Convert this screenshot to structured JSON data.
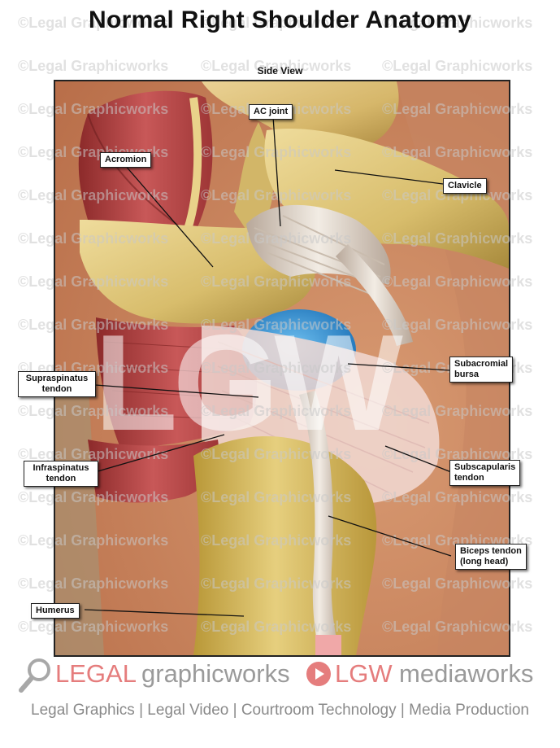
{
  "title": "Normal Right Shoulder Anatomy",
  "subtitle": "Side View",
  "watermark_text": "©Legal Graphicworks",
  "big_watermark": "LGW",
  "labels": {
    "acromion": "Acromion",
    "ac_joint": "AC joint",
    "clavicle": "Clavicle",
    "subacromial_bursa_1": "Subacromial",
    "subacromial_bursa_2": "bursa",
    "supraspinatus_1": "Supraspinatus",
    "supraspinatus_2": "tendon",
    "infraspinatus_1": "Infraspinatus",
    "infraspinatus_2": "tendon",
    "subscapularis_1": "Subscapularis",
    "subscapularis_2": "tendon",
    "biceps_1": "Biceps tendon",
    "biceps_2": "(long head)",
    "humerus": "Humerus"
  },
  "footer": {
    "legal": "LEGAL",
    "graphicworks": "graphicworks",
    "lgw": "LGW",
    "mediaworks": "mediaworks",
    "tagline": "Legal Graphics | Legal Video | Courtroom Technology | Media Production"
  },
  "colors": {
    "accent_red": "#e57d7d",
    "footer_gray": "#9a9a9a",
    "bursa_blue": "#2f8fd6"
  },
  "icons": [
    "magnifier-icon",
    "play-icon"
  ]
}
